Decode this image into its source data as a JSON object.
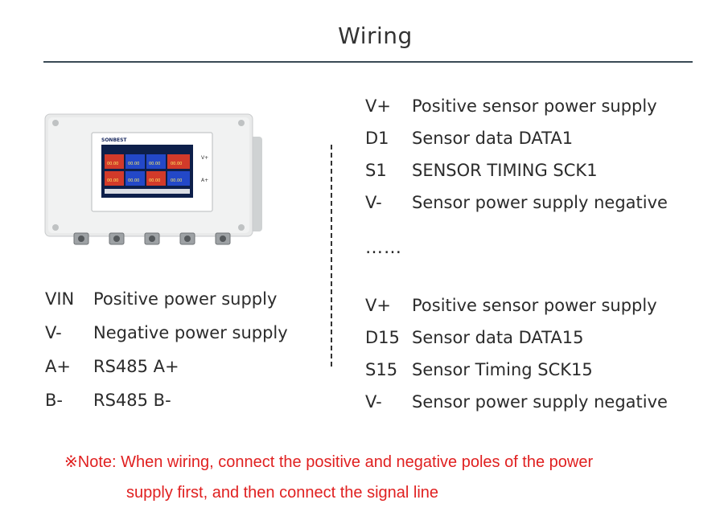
{
  "title": "Wiring",
  "device": {
    "brand": "SONBEST",
    "side_labels": [
      "V+",
      "A+"
    ],
    "cell_values": [
      "00.00",
      "00.00",
      "00.00",
      "00.00",
      "00.00",
      "00.00",
      "00.00",
      "00.00"
    ]
  },
  "left_rows": [
    {
      "code": "VIN",
      "desc": "Positive power supply"
    },
    {
      "code": "V-",
      "desc": "Negative power supply"
    },
    {
      "code": "A+",
      "desc": "RS485 A+"
    },
    {
      "code": "B-",
      "desc": "RS485 B-"
    }
  ],
  "right_group1": [
    {
      "code": "V+",
      "desc": "Positive sensor power supply"
    },
    {
      "code": "D1",
      "desc": "Sensor data DATA1"
    },
    {
      "code": "S1",
      "desc": "SENSOR TIMING SCK1"
    },
    {
      "code": "V-",
      "desc": "Sensor power supply negative"
    }
  ],
  "ellipsis": "……",
  "right_group2": [
    {
      "code": "V+",
      "desc": "Positive sensor power supply"
    },
    {
      "code": "D15",
      "desc": "Sensor data DATA15"
    },
    {
      "code": "S15",
      "desc": "Sensor Timing SCK15"
    },
    {
      "code": "V-",
      "desc": "Sensor power supply negative"
    }
  ],
  "note": {
    "line1": "※Note: When wiring, connect the positive and negative poles of the power",
    "line2": "supply first, and then connect the signal line"
  },
  "colors": {
    "note": "#e02020",
    "rule": "#3a4a55"
  }
}
